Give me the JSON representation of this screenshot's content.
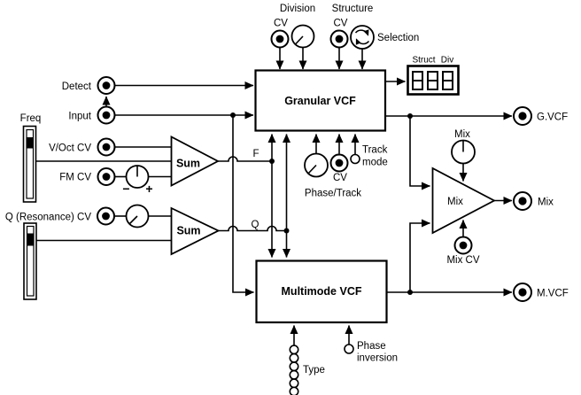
{
  "colors": {
    "ink": "#000000",
    "paper": "#ffffff"
  },
  "top": {
    "division_label": "Division",
    "division_cv": "CV",
    "structure_label": "Structure",
    "structure_cv": "CV",
    "selection": "Selection"
  },
  "display": {
    "struct": "Struct",
    "div": "Div",
    "digits": "888"
  },
  "blocks": {
    "granular": "Granular VCF",
    "multimode": "Multimode VCF",
    "sum_freq": "Sum",
    "sum_q": "Sum",
    "mix_amp": "Mix"
  },
  "left": {
    "detect": "Detect",
    "input": "Input",
    "freq": "Freq",
    "voct_cv": "V/Oct CV",
    "fm_cv": "FM CV",
    "fm_minus": "−",
    "fm_plus": "+",
    "q_res_cv": "Q (Resonance) CV"
  },
  "center": {
    "f": "F",
    "q": "Q",
    "phase_track": "Phase/Track",
    "phase_track_cv": "CV",
    "track_mode_line1": "Track",
    "track_mode_line2": "mode"
  },
  "mix": {
    "knob_label": "Mix",
    "cv_label": "Mix CV"
  },
  "outputs": {
    "g_vcf": "G.VCF",
    "mix": "Mix",
    "m_vcf": "M.VCF"
  },
  "bottom": {
    "type": "Type",
    "phase_inversion_line1": "Phase",
    "phase_inversion_line2": "inversion"
  }
}
